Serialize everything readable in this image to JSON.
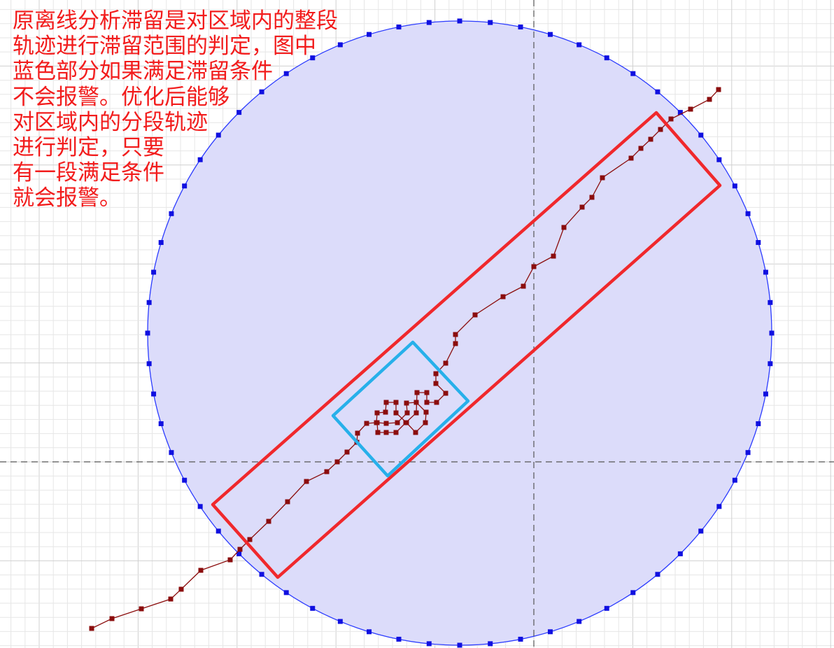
{
  "annotation": {
    "lines": [
      "原离线分析滞留是对区域内的整段",
      "轨迹进行滞留范围的判定，图中",
      "蓝色部分如果满足滞留条件",
      "不会报警。优化后能够",
      "对区域内的分段轨迹",
      "进行判定，只要",
      "有一段满足条件",
      "就会报警。"
    ]
  },
  "colors": {
    "annotation_text": "#f21c1c",
    "circle_fill": "#dcdcfa",
    "circle_stroke": "#2b3bff",
    "circle_vertex": "#1010e0",
    "track": "#8b0d0d",
    "red_box": "#f0282c",
    "cyan_box": "#27b0ea",
    "grid_minor": "#e6e6e6",
    "grid_major": "#d0d0d0",
    "axis": "#555555"
  },
  "icons": {
    "circle_vertex": "square-marker",
    "track_point": "square-marker"
  }
}
